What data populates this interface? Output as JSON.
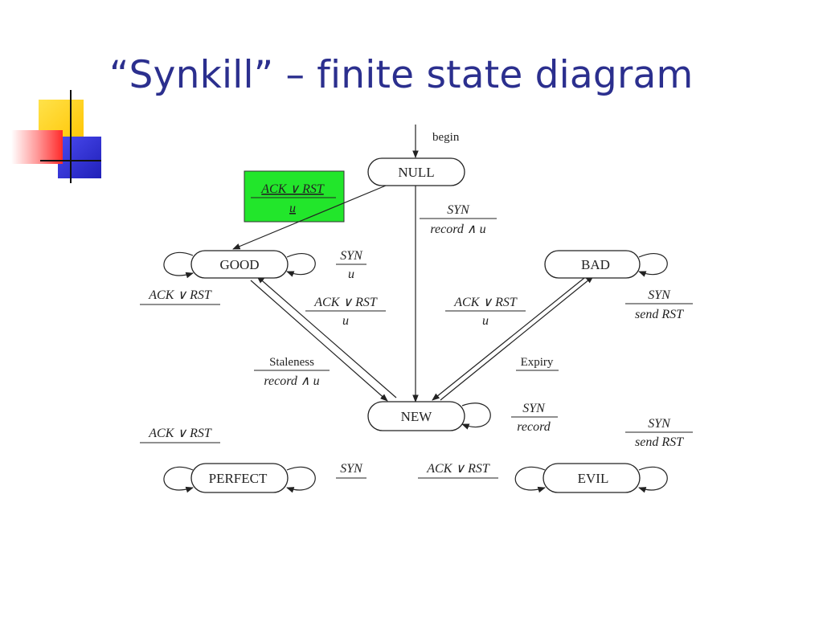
{
  "title": "“Synkill” – finite state diagram",
  "colors": {
    "title": "#2b2f8e",
    "highlight": "#22e62b",
    "ornament_yellow": "#ffd21a",
    "ornament_blue": "#3535d8",
    "ornament_red": "#ff3b3b"
  },
  "states": {
    "null": "NULL",
    "good": "GOOD",
    "bad": "BAD",
    "new": "NEW",
    "perfect": "PERFECT",
    "evil": "EVIL"
  },
  "labels": {
    "begin": "begin",
    "null_to_good": {
      "num": "ACK ∨ RST",
      "den": "u"
    },
    "null_to_new": {
      "num": "SYN",
      "den": "record ∧ u"
    },
    "good_self": "ACK ∨ RST",
    "good_syn": {
      "num": "SYN",
      "den": "u"
    },
    "new_to_good": {
      "num": "ACK ∨ RST",
      "den": "u"
    },
    "good_to_new": {
      "num": "Staleness",
      "den": "record ∧ u"
    },
    "new_to_bad": {
      "num": "ACK ∨ RST",
      "den": "u"
    },
    "bad_to_new": "Expiry",
    "bad_syn": {
      "num": "SYN",
      "den": "send RST"
    },
    "new_self": {
      "num": "SYN",
      "den": "record"
    },
    "perfect_ack": "ACK ∨ RST",
    "perfect_syn": "SYN",
    "evil_ack": "ACK ∨ RST",
    "evil_syn": {
      "num": "SYN",
      "den": "send RST"
    }
  }
}
